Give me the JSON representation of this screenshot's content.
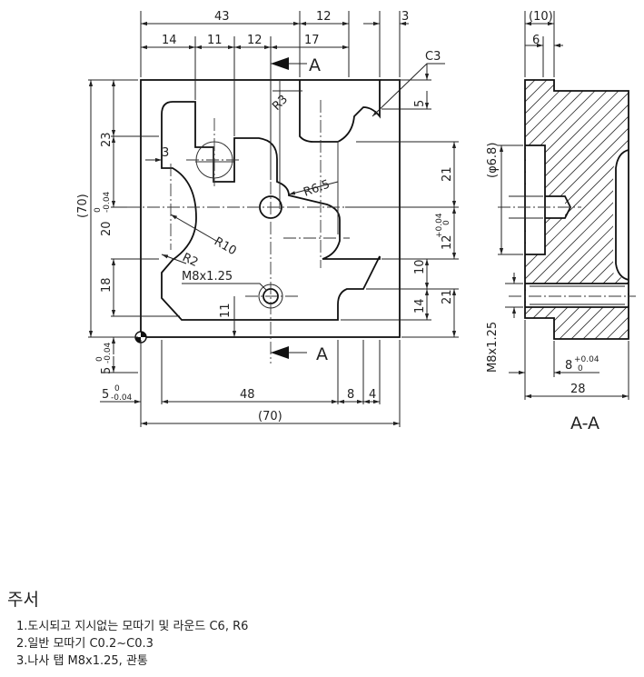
{
  "front_view": {
    "dims_top": [
      "43",
      "12",
      "3",
      "14",
      "11",
      "12",
      "17"
    ],
    "dims_left": [
      "(70)",
      "23",
      "20",
      "18",
      "5"
    ],
    "dims_right": [
      "5",
      "21",
      "12",
      "10",
      "14",
      "21"
    ],
    "dims_bottom": [
      "48",
      "8",
      "4",
      "(70)"
    ],
    "dim_bottom_left": "5",
    "dim_inner_11": "11",
    "dim_inner_3": "3",
    "tol_zero": "0",
    "tol_minus": "-0.04",
    "tol_plus": "+0.04",
    "callouts": {
      "c3": "C3",
      "r3": "R3",
      "r6_5": "R6.5",
      "r10": "R10",
      "r2": "R2",
      "tap": "M8x1.25"
    },
    "section_mark": "A"
  },
  "section_view": {
    "dims": [
      "(10)",
      "6",
      "(φ6.8)",
      "M8x1.25",
      "8",
      "28"
    ],
    "tol_zero": "0",
    "tol_plus": "+0.04",
    "label": "A-A"
  },
  "notes": {
    "title": "주서",
    "items": [
      "1.도시되고 지시없는 모따기 및 라운드 C6, R6",
      "2.일반 모따기 C0.2~C0.3",
      "3.나사 탭 M8x1.25, 관통"
    ]
  }
}
